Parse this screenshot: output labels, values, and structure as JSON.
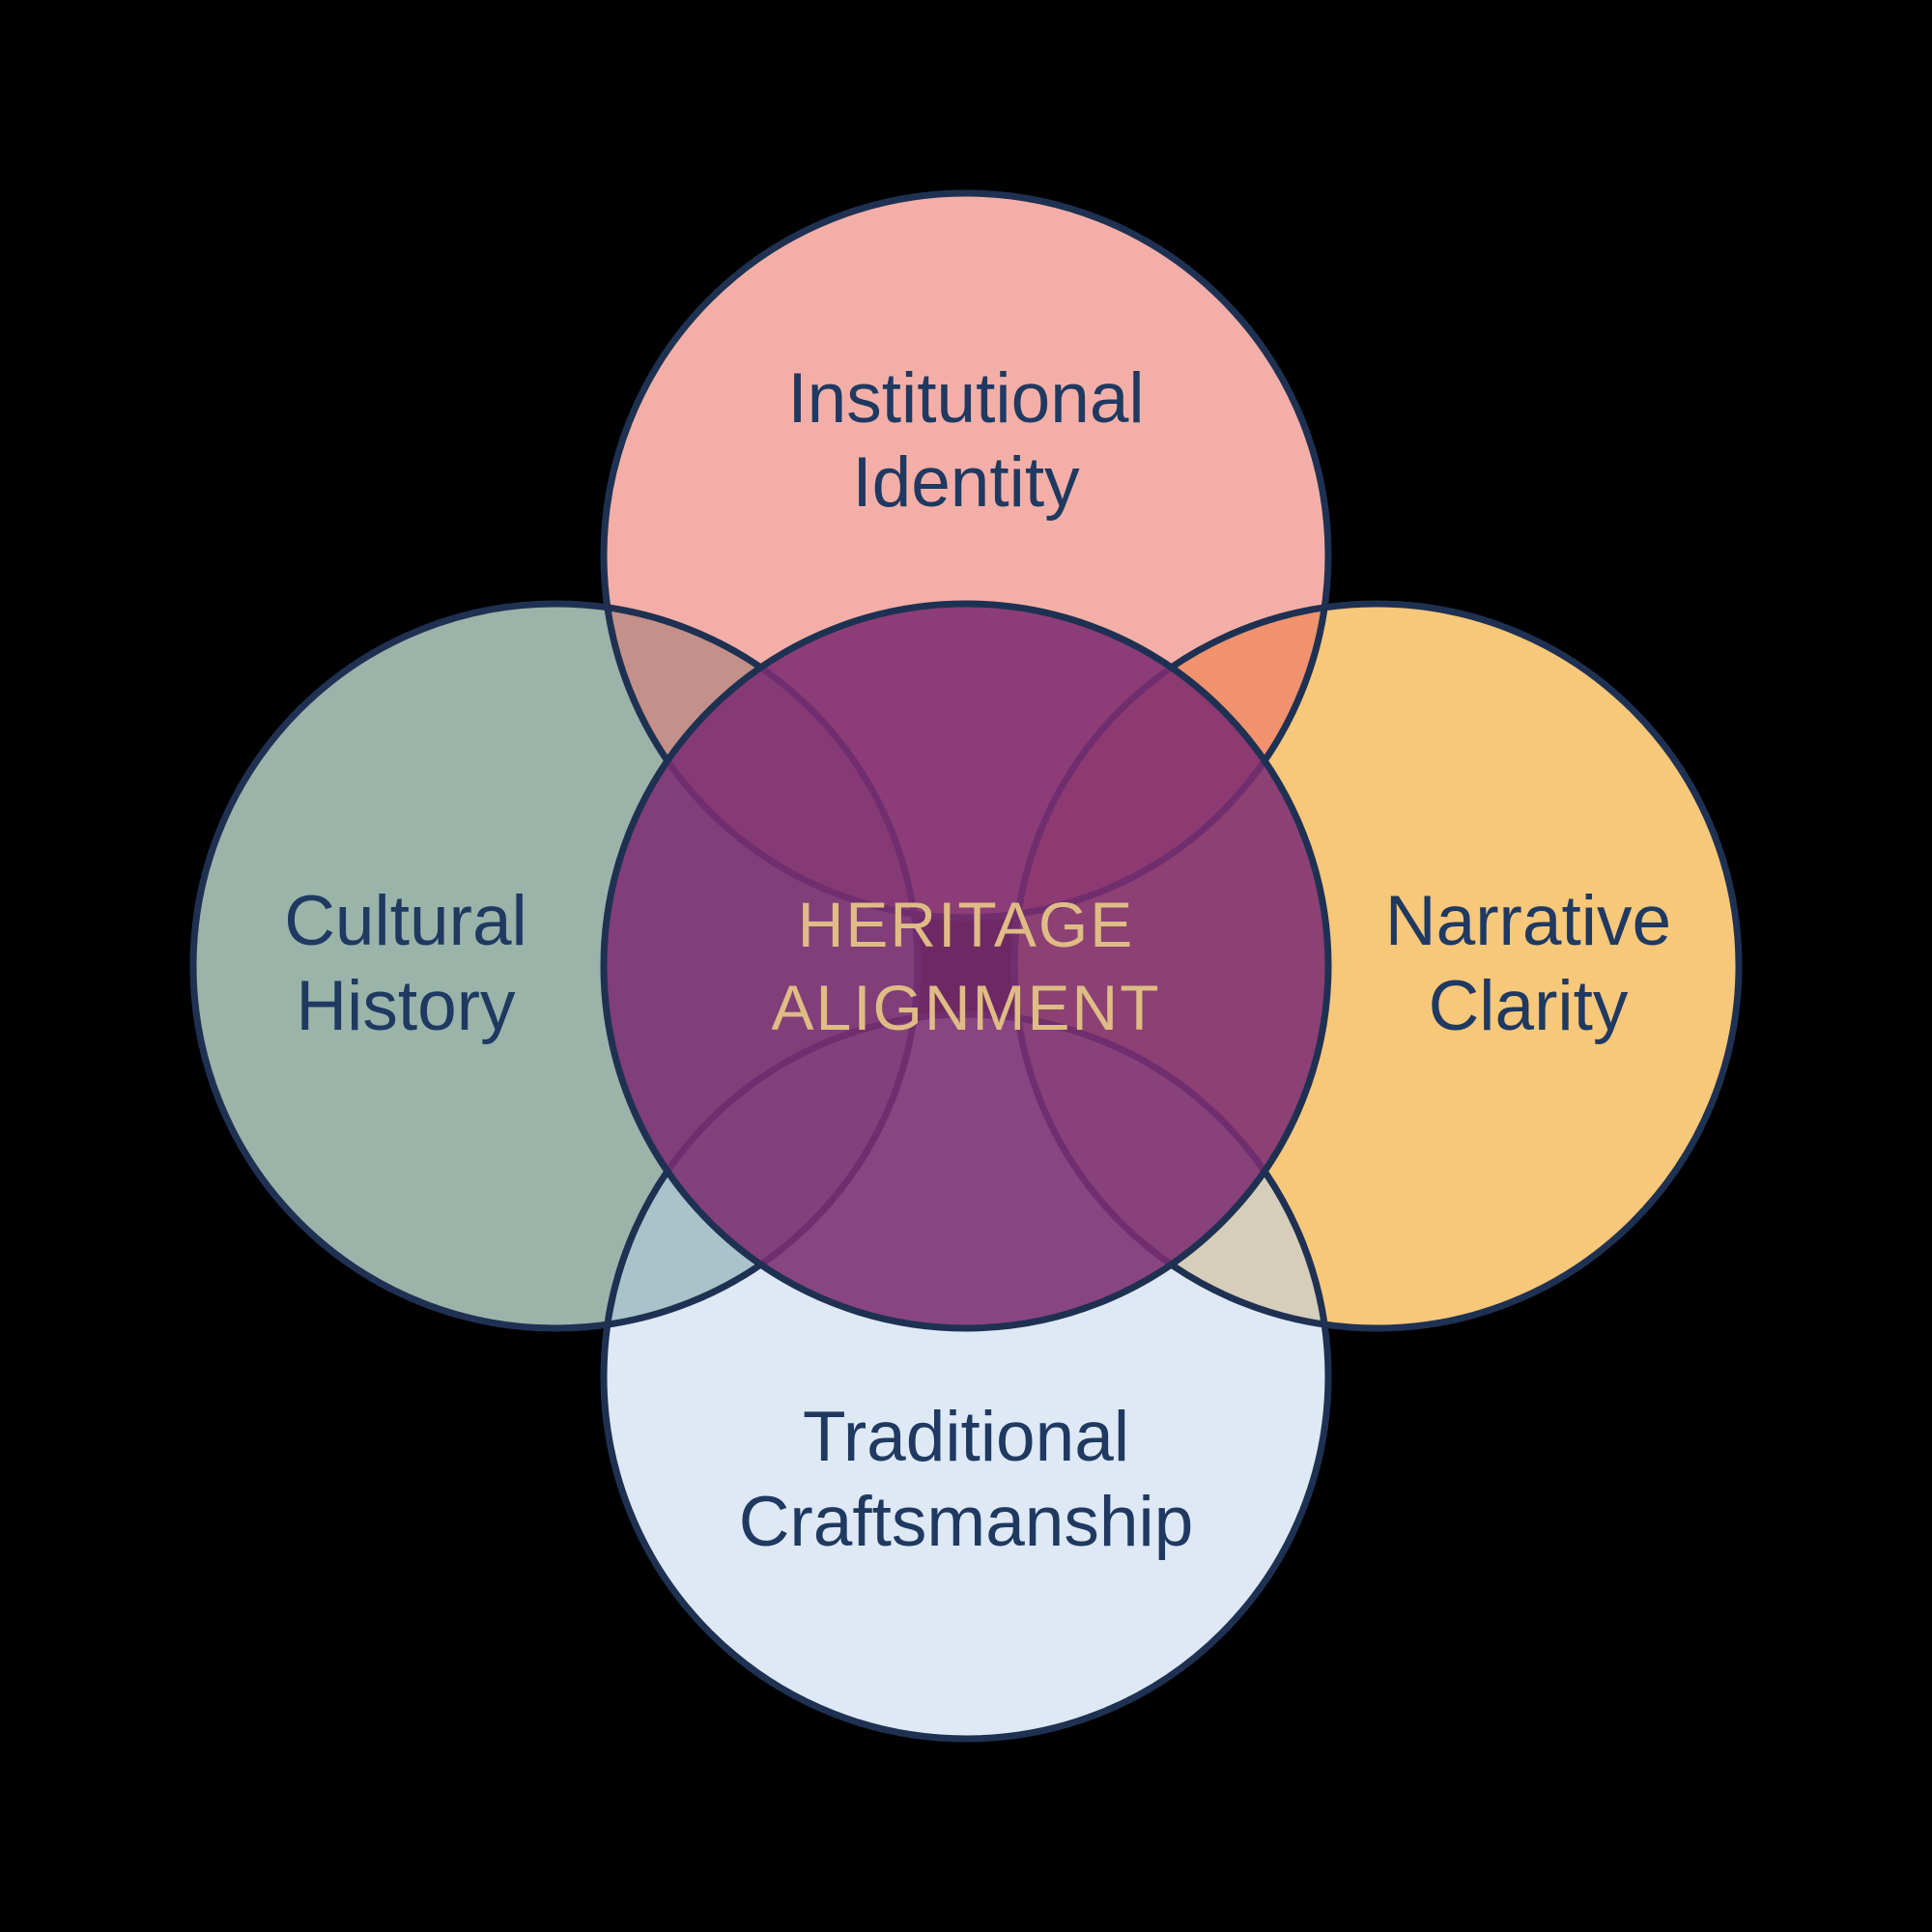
{
  "background": "#000000",
  "outline_color": "#1F3152",
  "label_color": "#1F3961",
  "circles": {
    "top": {
      "label_line1": "Institutional",
      "label_line2": "Identity",
      "fill": "#F3AFA7"
    },
    "left": {
      "label_line1": "Cultural",
      "label_line2": "History",
      "fill": "#9AB4AA"
    },
    "right": {
      "label_line1": "Narrative",
      "label_line2": "Clarity",
      "fill": "#F7C77A"
    },
    "bottom": {
      "label_line1": "Traditional",
      "label_line2": "Craftsmanship",
      "fill": "#DEE9F5"
    }
  },
  "overlaps": {
    "top_left": "#C4908A",
    "top_right": "#F0926E",
    "bottom_left": "#AAC3CA",
    "bottom_right": "#D6CDBA"
  },
  "center": {
    "label_line1": "HERITAGE",
    "label_line2": "ALIGNMENT",
    "fill": "#7D2D72",
    "text_color": "#DFBC85"
  }
}
